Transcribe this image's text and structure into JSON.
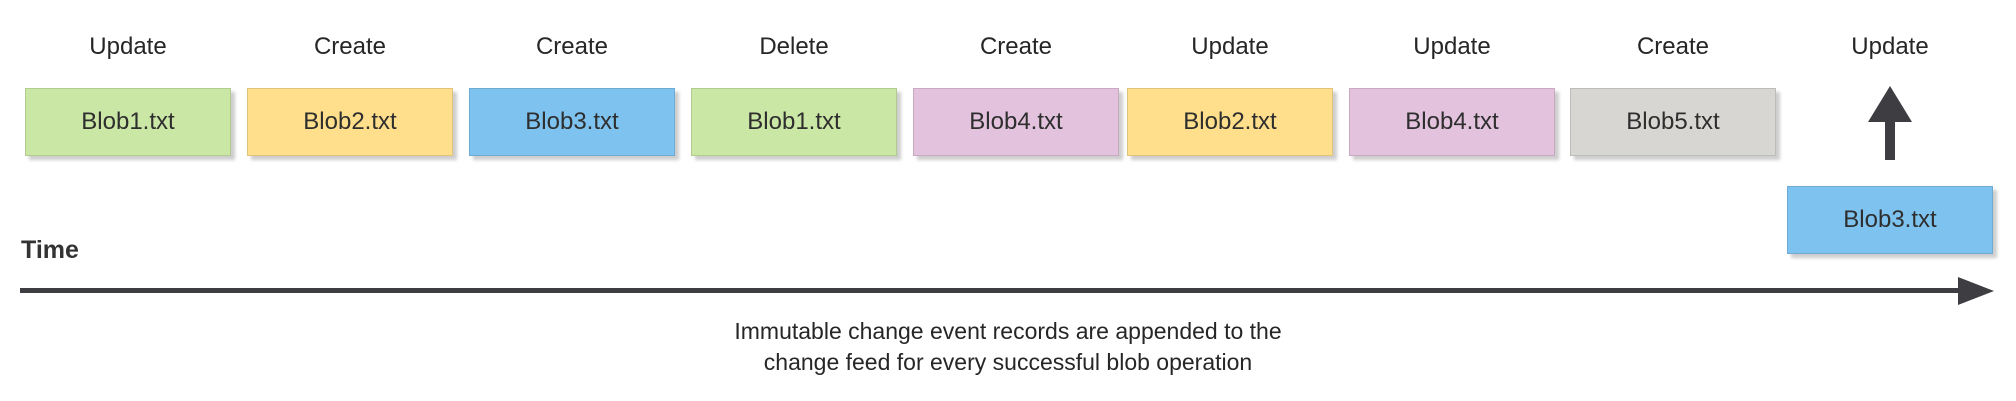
{
  "timeline": {
    "axis_label": "Time"
  },
  "caption": {
    "line1": "Immutable change event records are appended to the",
    "line2": "change feed for every successful blob operation"
  },
  "colors": {
    "arrow": "#3e3e42",
    "green": "#cbe7a5",
    "yellow": "#ffdf8b",
    "blue": "#7ec3ef",
    "pink": "#e3c2dd",
    "gray": "#d7d6d3"
  },
  "events": [
    {
      "op": "Update",
      "blob": "Blob1.txt",
      "color": "#cbe7a5"
    },
    {
      "op": "Create",
      "blob": "Blob2.txt",
      "color": "#ffdf8b"
    },
    {
      "op": "Create",
      "blob": "Blob3.txt",
      "color": "#7ec3ef"
    },
    {
      "op": "Delete",
      "blob": "Blob1.txt",
      "color": "#cbe7a5"
    },
    {
      "op": "Create",
      "blob": "Blob4.txt",
      "color": "#e3c2dd"
    },
    {
      "op": "Update",
      "blob": "Blob2.txt",
      "color": "#ffdf8b"
    },
    {
      "op": "Update",
      "blob": "Blob4.txt",
      "color": "#e3c2dd"
    },
    {
      "op": "Create",
      "blob": "Blob5.txt",
      "color": "#d7d6d3"
    },
    {
      "op": "Update",
      "blob": "Blob3.txt",
      "color": "#7ec3ef",
      "pending": "true"
    }
  ]
}
